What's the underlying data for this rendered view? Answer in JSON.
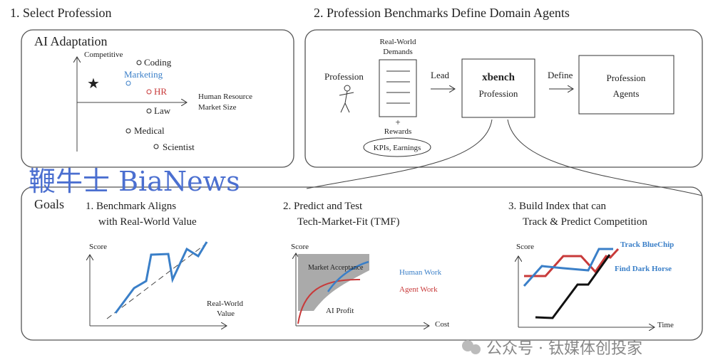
{
  "section1": {
    "title": "1. Select Profession",
    "box_title": "AI Adaptation",
    "y_axis": "Competitive",
    "x_axis_1": "Human Resource",
    "x_axis_2": "Market Size",
    "items": [
      {
        "label": "Coding",
        "color": "#222222"
      },
      {
        "label": "Marketing",
        "color": "#3a7fc8"
      },
      {
        "label": "HR",
        "color": "#c83a3a"
      },
      {
        "label": "Law",
        "color": "#222222"
      },
      {
        "label": "Medical",
        "color": "#222222"
      },
      {
        "label": "Scientist",
        "color": "#222222"
      }
    ]
  },
  "section2": {
    "title": "2. Profession Benchmarks Define Domain Agents",
    "profession": "Profession",
    "demands_1": "Real-World",
    "demands_2": "Demands",
    "plus": "+",
    "rewards": "Rewards",
    "kpis": "KPIs, Earnings",
    "lead": "Lead",
    "xbench": "xbench",
    "xbench_sub": "Profession",
    "define": "Define",
    "agents_1": "Profession",
    "agents_2": "Agents"
  },
  "goals": {
    "title": "Goals",
    "g1": {
      "line1": "1. Benchmark Aligns",
      "line2": "with Real-World Value",
      "y": "Score",
      "x1": "Real-World",
      "x2": "Value"
    },
    "g2": {
      "line1": "2. Predict and Test",
      "line2": "Tech-Market-Fit (TMF)",
      "y": "Score",
      "x": "Cost",
      "area": "Market Acceptance",
      "human": "Human Work",
      "agent": "Agent Work",
      "profit": "AI Profit"
    },
    "g3": {
      "line1": "3. Build Index that can",
      "line2": "Track & Predict Competition",
      "y": "Score",
      "x": "Time",
      "blue": "Track BlueChip",
      "dark": "Find Dark Horse"
    }
  },
  "watermarks": {
    "bianews": "鞭牛士 BiaNews",
    "wechat": "公众号 · 钛媒体创投家"
  },
  "colors": {
    "blue": "#3a7fc8",
    "red": "#c83a3a",
    "grey": "#aaaaaa"
  }
}
